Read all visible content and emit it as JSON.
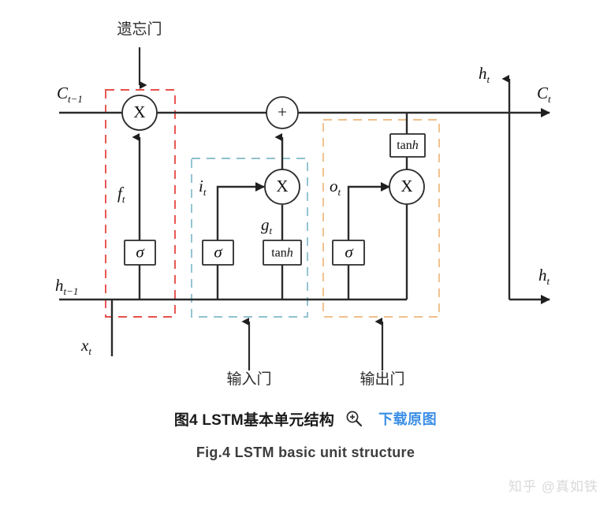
{
  "diagram": {
    "title_cn": "图4 LSTM基本单元结构",
    "title_en": "Fig.4 LSTM basic unit structure",
    "download_label": "下载原图",
    "zoom_icon": "magnifier-plus-icon",
    "watermark": "知乎 @真如铁",
    "accent_link_color": "#3a8ee6",
    "gate_colors": {
      "forget": "#e8504a",
      "input": "#8fc2cf",
      "output": "#f0c08a"
    },
    "annotations": {
      "forget_gate": "遗忘门",
      "input_gate": "输入门",
      "output_gate": "输出门"
    },
    "signals": {
      "cell_in": "C",
      "cell_in_sub": "t−1",
      "cell_out": "C",
      "cell_out_sub": "t",
      "hidden_in": "h",
      "hidden_in_sub": "t−1",
      "hidden_out_top": "h",
      "hidden_out_top_sub": "t",
      "hidden_out_right": "h",
      "hidden_out_right_sub": "t",
      "input_x": "x",
      "input_x_sub": "t",
      "forget_f": "f",
      "forget_f_sub": "t",
      "input_i": "i",
      "input_i_sub": "t",
      "candidate_g": "g",
      "candidate_g_sub": "t",
      "output_o": "o",
      "output_o_sub": "t"
    },
    "operators": {
      "multiply": "X",
      "add": "+",
      "sigmoid": "σ",
      "tanh_prefix": "tan",
      "tanh_suffix": "h"
    }
  }
}
